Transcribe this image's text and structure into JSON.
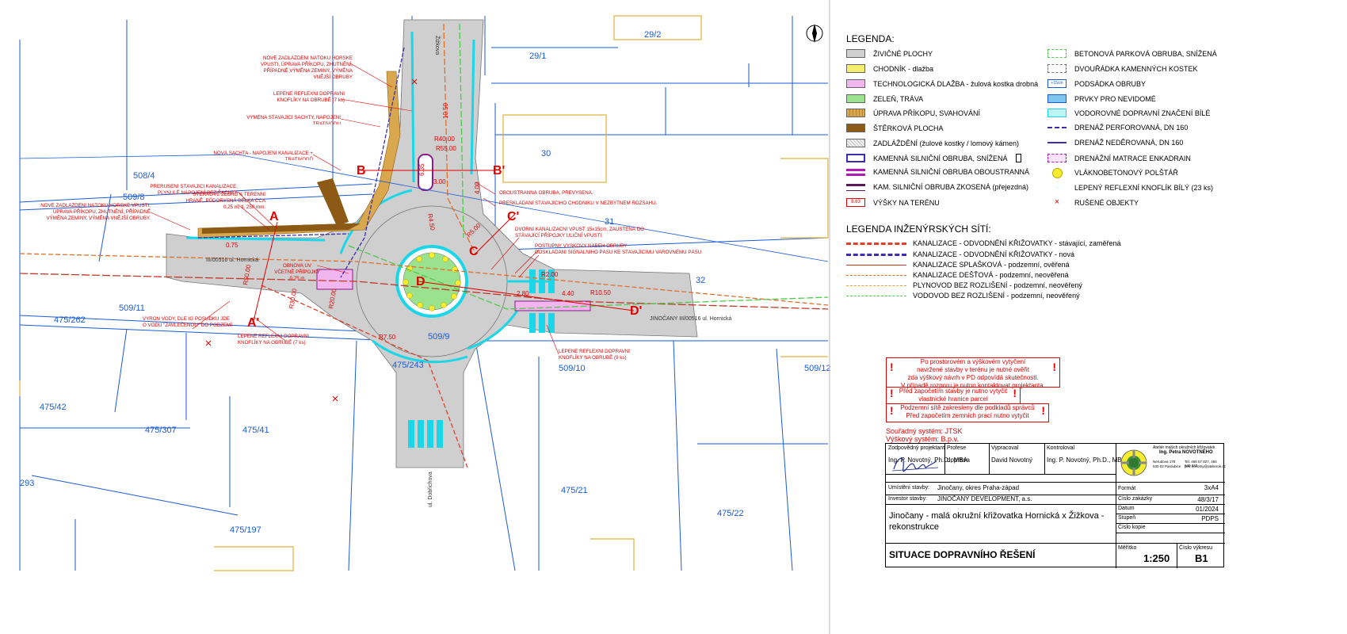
{
  "parcels": [
    "29/2",
    "29/1",
    "30",
    "31",
    "32",
    "508/4",
    "509/8",
    "509/11",
    "475/262",
    "509/9",
    "475/243",
    "509/10",
    "509/12",
    "475/42",
    "475/307",
    "475/41",
    "475/21",
    "475/22",
    "475/197",
    "293"
  ],
  "section_marks": [
    "A",
    "A'",
    "B",
    "B'",
    "C",
    "C'",
    "D",
    "D'"
  ],
  "street_labels": {
    "zizkova_north": "Žižkova",
    "hornicka_east": "JINOČANY III/00516 ul. Hornická",
    "zizkova_west": "III/00516 ul. Hornická",
    "dobrichova": "ul. Dobřichova"
  },
  "dims": [
    "R40.00",
    "R50.00",
    "R55.00",
    "R4.50",
    "R2.00",
    "R10.50",
    "R20.00",
    "R30.00",
    "R5.00",
    "3.00",
    "4.00",
    "4.40",
    "2.80",
    "0.75",
    "10.50",
    "6.35",
    "R7.50"
  ],
  "notes": [
    "NOVĚ ZADLÁŽDĚNÍ NÁTOKU HORSKÉ VPUSTI, ÚPRAVA PŘÍKOPU, ZHUTNĚNÍ, PŘÍPADNĚ VÝMĚNA ZEMINY, VÝMĚNA VNĚJŠÍ OBRUBY",
    "LEPENÉ REFLEXNÍ DOPRAVNÍ KNOFLÍKY NA OBRUBĚ (7 ks)",
    "VÝMĚNA STÁVAJÍCÍ ŠACHTY, NAPOJENÍ TRATIVODU",
    "NOVÁ ŠACHTA - NAPOJENÍ KANALIZACE + TRATIVODŮ",
    "PŘERUŠENÍ STÁVAJÍCÍ KANALIZACE, PLYNULÉ NAPOJENÍ BEZ ŠACHTY",
    "ŠTĚRKOVÉ ŽEBRO K TERÉNNÍ HRANĚ, PŮDORYSNÁ DÉLKA CCA 0,25 m, tl. 250 mm.",
    "NOVĚ ZADLÁŽDĚNÍ NÁTOKU HORSKÉ VPUSTI, ÚPRAVA PŘÍKOPU, ZHUTNĚNÍ, PŘÍPADNĚ VÝMĚNA ZEMINY, VÝMĚNA VNĚJŠÍ OBRUBY.",
    "OBNOVA UV VČETNĚ PŘÍPOJKY 0,75 m",
    "VÝRON VODY, DLE IG POSUDKU JDE O VODU \"ZAVLEČENOU\" DO PODZEMÍ",
    "LEPENÉ REFLEXNÍ DOPRAVNÍ KNOFLÍKY NA OBRUBĚ (7 ks)",
    "OBOUSTRANNÁ OBRUBA, PŘEVÝŠENÁ.",
    "PŘESKLÁDÁNÍ STÁVAJÍCÍHO CHODNÍKU V NEZBYTNÉM ROZSAHU.",
    "DVORNÍ KANALIZAČNÍ VPUSŤ 15x15cm, ZAÚSTĚNÁ DO STÁVAJÍCÍ PŘÍPOJKY ULIČNÍ VPUSTI.",
    "POSTUPNÝ VÝŠKOVÝ NÁBĚH OBRUBY",
    "DOSKLÁDÁNÍ SIGNÁLNÍHO PÁSU KE STÁVAJÍCÍMU VAROVNÉMU PÁSU",
    "LEPENÉ REFLEXNÍ DOPRAVNÍ KNOFLÍKY NA OBRUBĚ (9 ks)"
  ],
  "legend": {
    "title": "LEGENDA:",
    "col1": [
      {
        "label": "ŽIVIČNÉ PLOCHY",
        "color": "#cfcfcf"
      },
      {
        "label": "CHODNÍK - dlažba",
        "color": "#f3ec6e"
      },
      {
        "label": "TECHNOLOGICKÁ DLAŽBA - žulová kostka drobná",
        "color": "#f2b6ee"
      },
      {
        "label": "ZELEŇ, TRÁVA",
        "color": "#9be28f"
      },
      {
        "label": "ÚPRAVA PŘÍKOPU, SVAHOVÁNÍ",
        "color": "#d9a84e"
      },
      {
        "label": "ŠTĚRKOVÁ PLOCHA",
        "color": "#8c5a14"
      },
      {
        "label": "ZADLÁŽDĚNÍ (žulové kostky / lomový kámen)",
        "color": "#dedede"
      },
      {
        "label": "KAMENNÁ SILNIČNÍ OBRUBA, SNÍŽENÁ",
        "color": "#ffffff"
      },
      {
        "label": "KAMENNÁ SILNIČNÍ OBRUBA OBOUSTRANNÁ",
        "color": "#ffffff"
      },
      {
        "label": "KAM. SILNIČNÍ OBRUBA ZKOSENÁ (přejezdná)",
        "color": "#ffffff"
      },
      {
        "label": "VÝŠKY NA TERÉNU",
        "color": "#ffffff"
      }
    ],
    "col2": [
      {
        "label": "BETONOVÁ PARKOVÁ OBRUBA, SNÍŽENÁ"
      },
      {
        "label": "DVOUŘÁDKA KAMENNÝCH KOSTEK"
      },
      {
        "label": "PODSÁDKA OBRUBY"
      },
      {
        "label": "PRVKY PRO NEVIDOMÉ"
      },
      {
        "label": "VODOROVNÉ DOPRAVNÍ ZNAČENÍ BÍLÉ"
      },
      {
        "label": "DRENÁŽ PERFOROVANÁ, DN 160"
      },
      {
        "label": "DRENÁŽ NEDĚROVANÁ, DN 160"
      },
      {
        "label": "DRENÁŽNÍ MATRACE ENKADRAIN"
      },
      {
        "label": "VLÁKNOBETONOVÝ POLŠTÁŘ"
      },
      {
        "label": "LEPENÝ REFLEXNÍ KNOFLÍK BÍLÝ (23 ks)"
      },
      {
        "label": "RUŠENÉ OBJEKTY"
      }
    ],
    "height_sample": "8.63",
    "sample_podsadka": "+15cm"
  },
  "utilities": {
    "title": "LEGENDA INŽENÝRSKÝCH SÍTÍ:",
    "items": [
      {
        "label": "KANALIZACE - ODVODNĚNÍ KŘIŽOVATKY - stávající, zaměřená",
        "color": "#e0412b"
      },
      {
        "label": "KANALIZACE - ODVODNĚNÍ KŘIŽOVATKY - nová",
        "color": "#3b2fb0"
      },
      {
        "label": "KANALIZACE SPLAŠKOVÁ - podzemní, ověřená",
        "color": "#c0392b"
      },
      {
        "label": "KANALIZACE DEŠŤOVÁ - podzemní, neověřená",
        "color": "#e06f2b"
      },
      {
        "label": "PLYNOVOD BEZ ROZLIŠENÍ - podzemní, neověřený",
        "color": "#e9a23b"
      },
      {
        "label": "VODOVOD BEZ ROZLIŠENÍ - podzemní, neověřený",
        "color": "#4ec94e"
      }
    ]
  },
  "warnings": [
    [
      "Po prostorovém a výškovém vytyčení",
      "navržené stavby v terénu je nutné ověřit",
      "zda výškový návrh v PD odpovídá skutečnosti.",
      "V případě rozporu je nutno kontaktovat projektanta."
    ],
    [
      "Před započetím stavby  je nutno vytyčit",
      "vlastnické hranice parcel"
    ],
    [
      "Podzemní sítě zakresleny dle podkladů správců",
      "Před započetím zemních prací nutno vytyčit"
    ]
  ],
  "coordinate_systems": [
    "Souřadný systém: JTSK",
    "Výškový systém: B.p.v."
  ],
  "title_block": {
    "h_zodpovedny": "Zodpovědný projektant",
    "h_profese": "Profese",
    "h_vypracoval": "Vypracoval",
    "h_kontroloval": "Kontroloval",
    "zodpovedny": "Ing. P. Novotný, Ph.D., MBA",
    "profese": "doprava",
    "vypracoval": "David Novotný",
    "kontroloval": "Ing. P. Novotný, Ph.D., MBA",
    "company_line1": "Ateliér malých okružních křižovatek",
    "company_line2": "Ing. Petra NOVOTNÉHO",
    "company_addr1": "Nerudova 178",
    "company_addr2": "530 02 Pardubice",
    "company_tel": "Tel. 466 57 827, 464 940 340",
    "company_mail": "petr.novotny@atelierok.cz",
    "h_umisteni": "Umístění stavby:",
    "umisteni": "Jinočany, okres Praha-západ",
    "h_investor": "Investor stavby:",
    "investor": "JINOČANY DEVELOPMENT, a.s.",
    "project_title": "Jinočany - malá okružní křižovatka Hornická x Žižkova - rekonstrukce",
    "drawing_title": "SITUACE DOPRAVNÍHO ŘEŠENÍ",
    "h_format": "Formát",
    "format": "3xA4",
    "h_zakazka": "Číslo zakázky",
    "zakazka": "48/3/17",
    "h_datum": "Datum",
    "datum": "01/2024",
    "h_stupen": "Stupeň",
    "stupen": "PDPS",
    "h_kopie": "Číslo kopie",
    "kopie": "",
    "h_meritko": "Měřítko",
    "meritko": "1:250",
    "h_vykres": "Číslo výkresu",
    "vykres": "B1"
  },
  "colors": {
    "parcel_lines": "#1a5bd6",
    "annotations": "#e00000",
    "asphalt": "#cfcfcf",
    "cyan": "#19d6e8",
    "gravel": "#8c5a14",
    "ditch": "#d9a84e"
  }
}
